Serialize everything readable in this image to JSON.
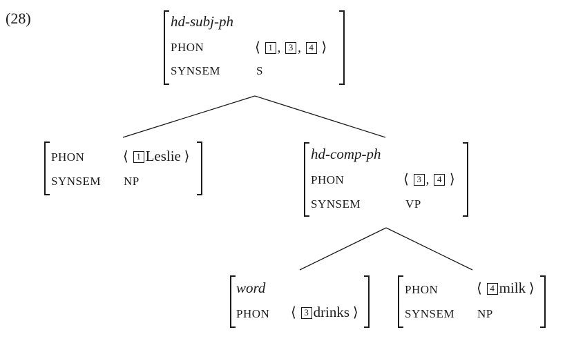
{
  "example_number": "(28)",
  "root": {
    "type": "hd-subj-ph",
    "phon_label": "PHON",
    "phon_open": "⟨",
    "phon_tags": [
      "1",
      "3",
      "4"
    ],
    "phon_sep": ",",
    "phon_close": "⟩",
    "synsem_label": "SYNSEM",
    "synsem_value": "S"
  },
  "subject": {
    "phon_label": "PHON",
    "phon_open": "⟨",
    "phon_tag": "1",
    "phon_word": "Leslie",
    "phon_close": "⟩",
    "synsem_label": "SYNSEM",
    "synsem_value": "NP"
  },
  "head_comp": {
    "type": "hd-comp-ph",
    "phon_label": "PHON",
    "phon_open": "⟨",
    "phon_tags": [
      "3",
      "4"
    ],
    "phon_sep": ",",
    "phon_close": "⟩",
    "synsem_label": "SYNSEM",
    "synsem_value": "VP"
  },
  "verb": {
    "type": "word",
    "phon_label": "PHON",
    "phon_open": "⟨",
    "phon_tag": "3",
    "phon_word": "drinks",
    "phon_close": "⟩"
  },
  "object": {
    "phon_label": "PHON",
    "phon_open": "⟨",
    "phon_tag": "4",
    "phon_word": "milk",
    "phon_close": "⟩",
    "synsem_label": "SYNSEM",
    "synsem_value": "NP"
  }
}
